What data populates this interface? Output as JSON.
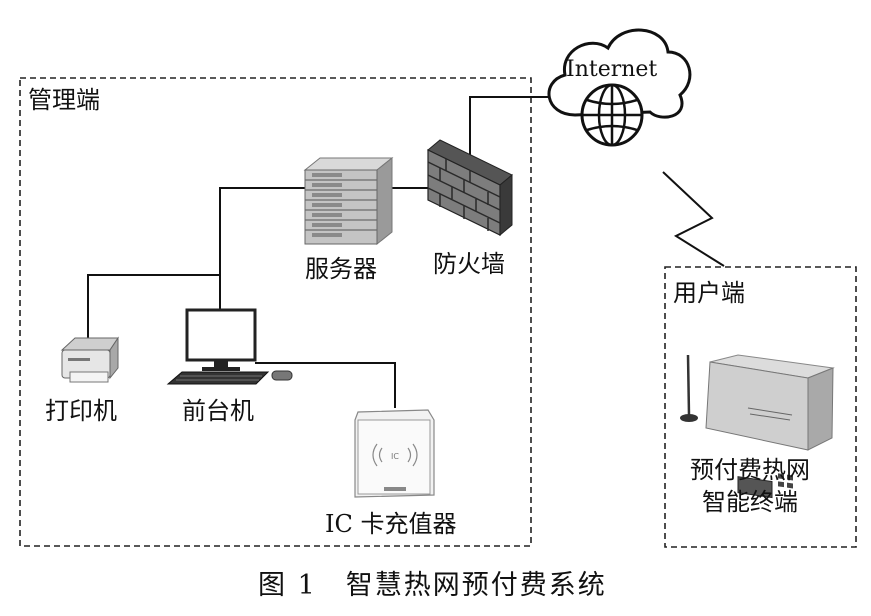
{
  "regions": {
    "management": "管理端",
    "user": "用户端"
  },
  "nodes": {
    "internet": "Internet",
    "server": "服务器",
    "firewall": "防火墙",
    "printer": "打印机",
    "front_pc": "前台机",
    "ic_recharger": "IC 卡充值器",
    "terminal_line1": "预付费热网",
    "terminal_line2": "智能终端"
  },
  "caption": "图 1　智慧热网预付费系统",
  "icons": [
    "cloud-globe-icon",
    "server-rack-icon",
    "firewall-brick-icon",
    "printer-icon",
    "desktop-computer-icon",
    "card-reader-icon",
    "smart-meter-icon"
  ]
}
